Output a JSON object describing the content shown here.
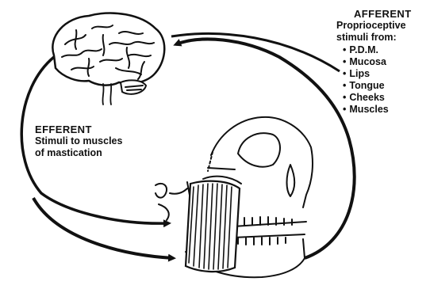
{
  "efferent": {
    "heading": "EFFERENT",
    "line1": "Stimuli to muscles",
    "line2": "of mastication"
  },
  "afferent": {
    "heading": "AFFERENT",
    "line1": "Proprioceptive",
    "line2": "stimuli from:",
    "sources": [
      "P.D.M.",
      "Mucosa",
      "Lips",
      "Tongue",
      "Cheeks",
      "Muscles"
    ]
  },
  "colors": {
    "ink": "#111111",
    "background": "#ffffff"
  },
  "icons": [
    "brain-icon",
    "skull-icon",
    "masseter-muscle-icon",
    "arrow-icon"
  ]
}
